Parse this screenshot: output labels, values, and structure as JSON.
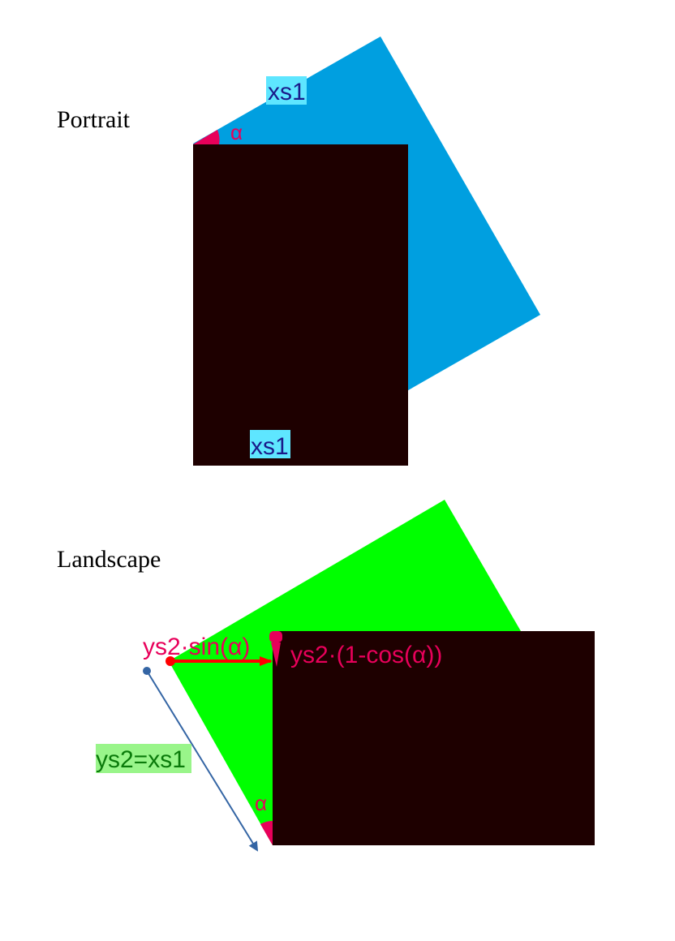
{
  "portrait": {
    "title": "Portrait",
    "label_top": "xs1",
    "label_bottom": "xs1",
    "angle_label": "α",
    "colors": {
      "rotated_rect": "#009fe0",
      "frame": "#1e0000",
      "label_bg": "#5ee6ff",
      "label_text": "#1a1a8a",
      "angle": "#e8005a"
    }
  },
  "landscape": {
    "title": "Landscape",
    "label_sin": "ys2·sin(α)",
    "label_cos": "ys2·(1-cos(α))",
    "label_ys2": "ys2=xs1",
    "angle_label": "α",
    "colors": {
      "rotated_rect": "#00ff00",
      "frame": "#1e0000",
      "label_bg": "#99f58a",
      "label_text": "#0a7a0a",
      "pink": "#e8005a",
      "arrow_red": "#ff0000",
      "arrow_blue": "#3465a4"
    }
  }
}
